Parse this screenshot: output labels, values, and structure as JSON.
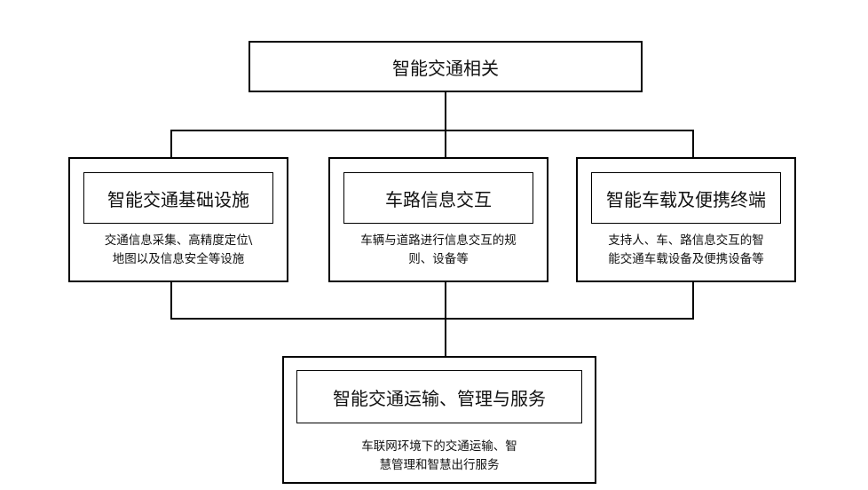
{
  "diagram": {
    "root": {
      "label": "智能交通相关"
    },
    "categories": [
      {
        "title": "智能交通基础设施",
        "desc_lines": [
          "交通信息采集、高精度定位\\",
          "地图以及信息安全等设施"
        ]
      },
      {
        "title": "车路信息交互",
        "desc_lines": [
          "车辆与道路进行信息交互的规",
          "则、设备等"
        ]
      },
      {
        "title": "智能车载及便携终端",
        "desc_lines": [
          "支持人、车、路信息交互的智",
          "能交通车载设备及便携设备等"
        ]
      }
    ],
    "outcome": {
      "title": "智能交通运输、管理与服务",
      "desc_lines": [
        "车联网环境下的交通运输、智",
        "慧管理和智慧出行服务"
      ]
    }
  },
  "colors": {
    "line": "#000000",
    "background": "#ffffff",
    "text": "#111111"
  }
}
